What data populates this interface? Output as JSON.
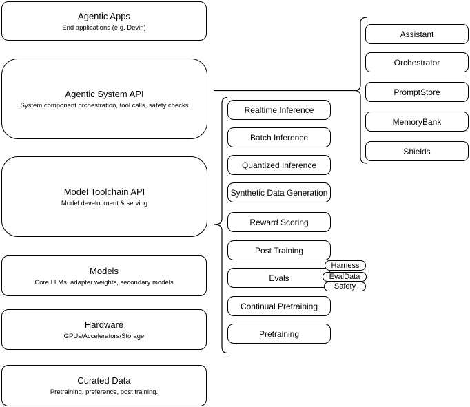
{
  "diagram": {
    "left_column": [
      {
        "title": "Agentic Apps",
        "subtitle": "End applications (e.g. Devin)"
      },
      {
        "title": "Agentic System API",
        "subtitle": "System component orchestration, tool calls, safety checks"
      },
      {
        "title": "Model Toolchain API",
        "subtitle": "Model development & serving"
      },
      {
        "title": "Models",
        "subtitle": "Core LLMs, adapter weights, secondary models"
      },
      {
        "title": "Hardware",
        "subtitle": "GPUs/Accelerators/Storage"
      },
      {
        "title": "Curated Data",
        "subtitle": "Pretraining, preference, post training."
      }
    ],
    "toolchain_items": [
      "Realtime Inference",
      "Batch Inference",
      "Quantized Inference",
      "Synthetic Data Generation",
      "Reward Scoring",
      "Post Training",
      "Evals",
      "Continual Pretraining",
      "Pretraining"
    ],
    "eval_tags": [
      "Harness",
      "EvalData",
      "Safety"
    ],
    "system_components": [
      "Assistant",
      "Orchestrator",
      "PromptStore",
      "MemoryBank",
      "Shields"
    ],
    "colors": {
      "stroke": "#000000",
      "fill": "#ffffff",
      "text": "#000000",
      "background": "#ffffff"
    }
  }
}
